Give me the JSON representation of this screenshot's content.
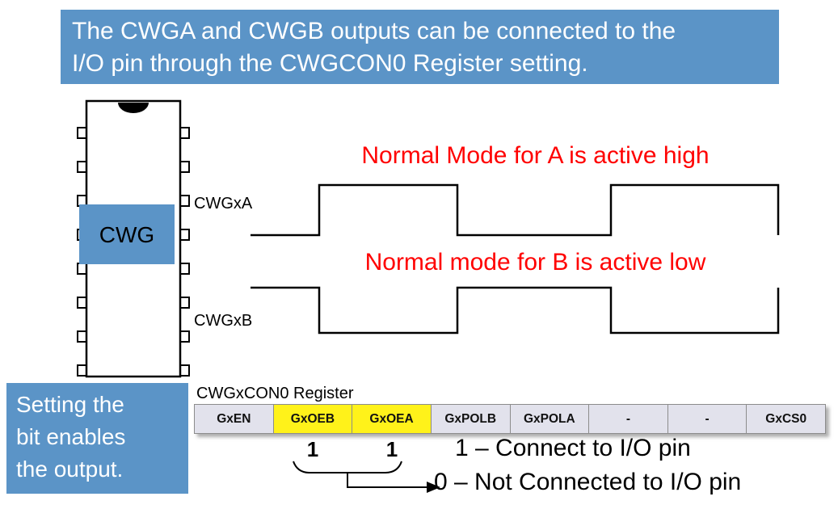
{
  "banner": {
    "lines": [
      "The CWGA and CWGB outputs can be connected to the",
      "I/O pin through the CWGCON0 Register setting."
    ]
  },
  "chip": {
    "label": "CWG"
  },
  "waveforms": {
    "a": {
      "label": "CWGxA",
      "caption": "Normal Mode for A is active high"
    },
    "b": {
      "label": "CWGxB",
      "caption": "Normal mode for B is active low"
    }
  },
  "note": {
    "lines": [
      "Setting the",
      "bit enables",
      "the output."
    ]
  },
  "register": {
    "title": "CWGxCON0 Register",
    "bits": [
      {
        "label": "GxEN",
        "highlight": false
      },
      {
        "label": "GxOEB",
        "highlight": true,
        "value": "1"
      },
      {
        "label": "GxOEA",
        "highlight": true,
        "value": "1"
      },
      {
        "label": "GxPOLB",
        "highlight": false
      },
      {
        "label": "GxPOLA",
        "highlight": false
      },
      {
        "label": "-",
        "highlight": false
      },
      {
        "label": "-",
        "highlight": false
      },
      {
        "label": "GxCS0",
        "highlight": false
      }
    ]
  },
  "legend": {
    "line1": "1 – Connect to I/O pin",
    "line2": "0 – Not Connected to I/O pin"
  },
  "colors": {
    "panel-blue": "#5b94c7",
    "highlight-yellow": "#fff21a",
    "cell-gray": "#e2e2ec",
    "caption-red": "#ff0000"
  }
}
